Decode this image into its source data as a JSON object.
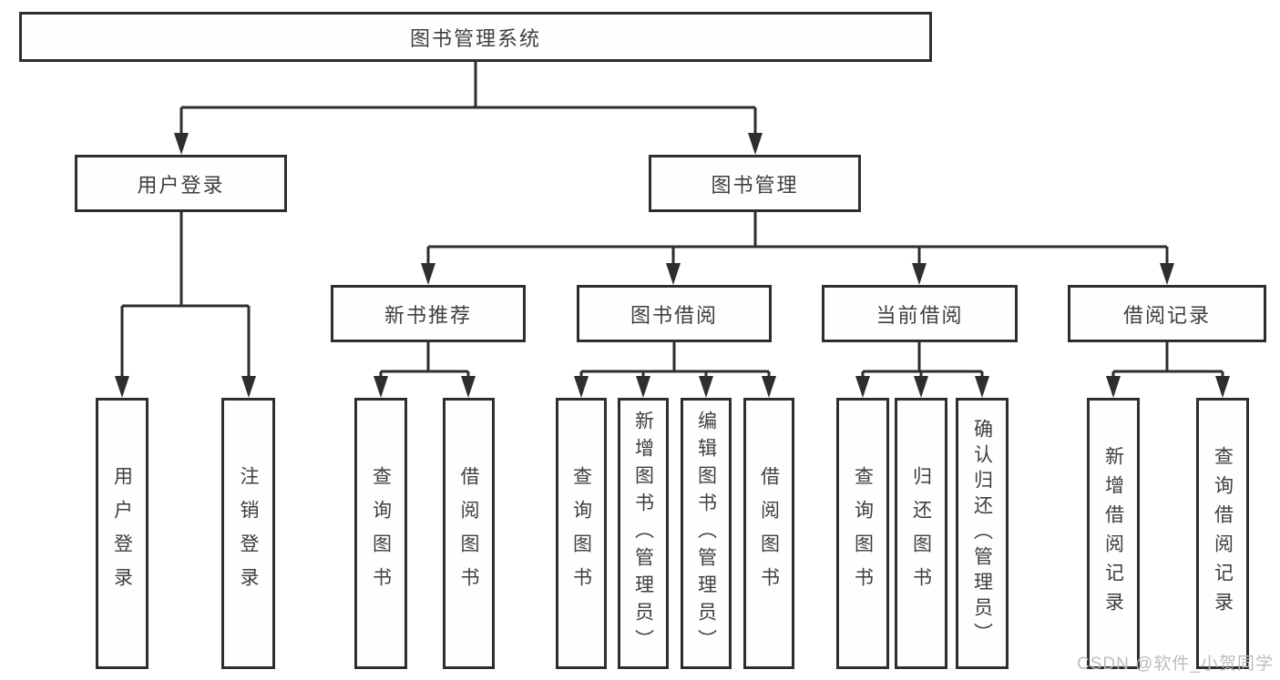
{
  "colors": {
    "line": "#2e2e2e",
    "box_border": "#2e2e2e",
    "text": "#3f3f3f",
    "watermark": "#b9b9b9",
    "background": "#ffffff"
  },
  "tree": {
    "root": "图书管理系统",
    "user_login": {
      "label": "用户登录",
      "children": [
        "用户登录",
        "注销登录"
      ]
    },
    "book_management": {
      "label": "图书管理",
      "modules": [
        {
          "label": "新书推荐",
          "children": [
            "查询图书",
            "借阅图书"
          ]
        },
        {
          "label": "图书借阅",
          "children": [
            "查询图书",
            "新增图书（管理员）",
            "编辑图书（管理员）",
            "借阅图书"
          ]
        },
        {
          "label": "当前借阅",
          "children": [
            "查询图书",
            "归还图书",
            "确认归还（管理员）"
          ]
        },
        {
          "label": "借阅记录",
          "children": [
            "新增借阅记录",
            "查询借阅记录"
          ]
        }
      ]
    }
  },
  "watermark": "CSDN @软件_小贺同学"
}
